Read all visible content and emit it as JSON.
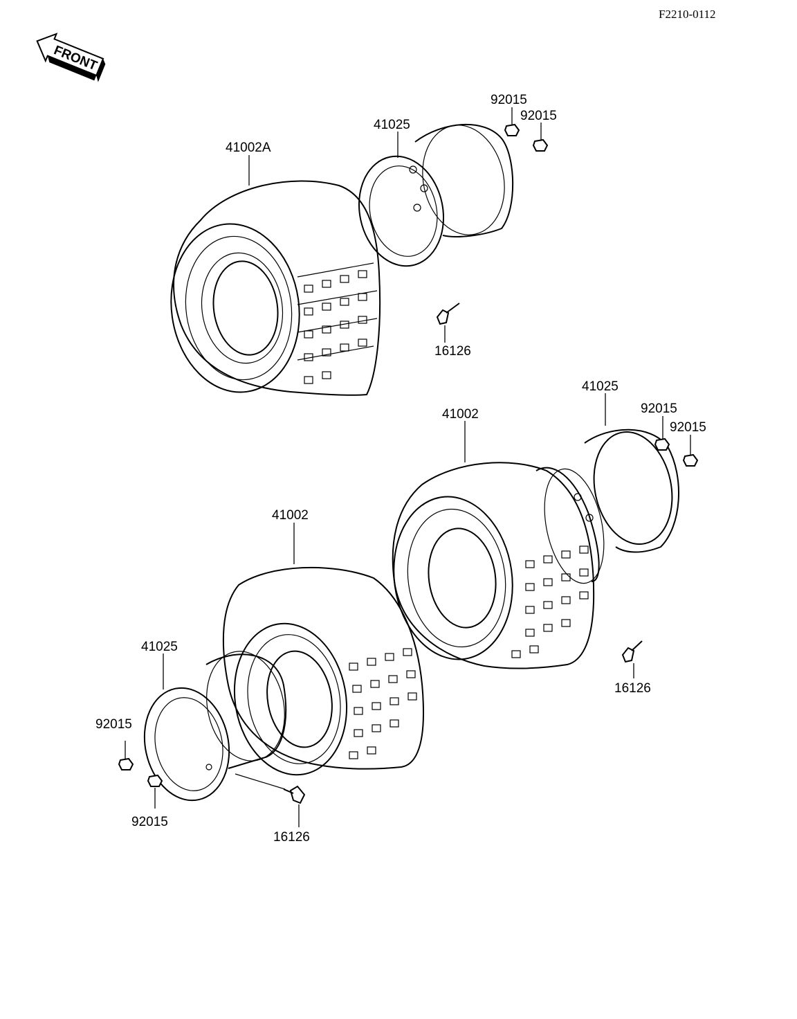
{
  "diagram_code": "F2210-0112",
  "front_label": "FRONT",
  "parts": {
    "tire_rear_left": "41002A",
    "rim_rear_left": "41025",
    "nut_rl_1": "92015",
    "nut_rl_2": "92015",
    "valve_rl": "16126",
    "tire_rear_right": "41002",
    "rim_rear_right": "41025",
    "nut_rr_1": "92015",
    "nut_rr_2": "92015",
    "valve_rr": "16126",
    "tire_front": "41002",
    "rim_front": "41025",
    "nut_f_1": "92015",
    "nut_f_2": "92015",
    "valve_f": "16126"
  }
}
